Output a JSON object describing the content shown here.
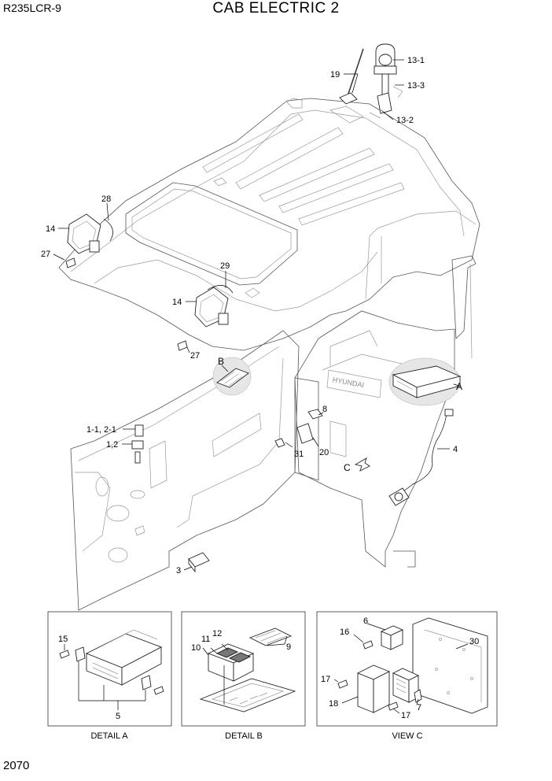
{
  "header": {
    "model": "R235LCR-9",
    "title": "CAB ELECTRIC 2"
  },
  "footer": {
    "page_number": "2070"
  },
  "callouts": {
    "c19": "19",
    "c13_1": "13-1",
    "c13_3": "13-3",
    "c13_2": "13-2",
    "c28": "28",
    "c14a": "14",
    "c27a": "27",
    "c29": "29",
    "c14b": "14",
    "c27b": "27",
    "cB": "B",
    "cA": "A",
    "c8": "8",
    "c1_1": "1-1, 2-1",
    "c1_2": "1,2",
    "c31": "31",
    "c20": "20",
    "cC": "C",
    "c4": "4",
    "c3": "3"
  },
  "detail_a": {
    "caption": "DETAIL A",
    "c15": "15",
    "c5": "5"
  },
  "detail_b": {
    "caption": "DETAIL B",
    "c12": "12",
    "c11": "11",
    "c10": "10",
    "c9": "9"
  },
  "view_c": {
    "caption": "VIEW C",
    "c6": "6",
    "c16": "16",
    "c30": "30",
    "c17a": "17",
    "c18": "18",
    "c17b": "17",
    "c7": "7"
  }
}
